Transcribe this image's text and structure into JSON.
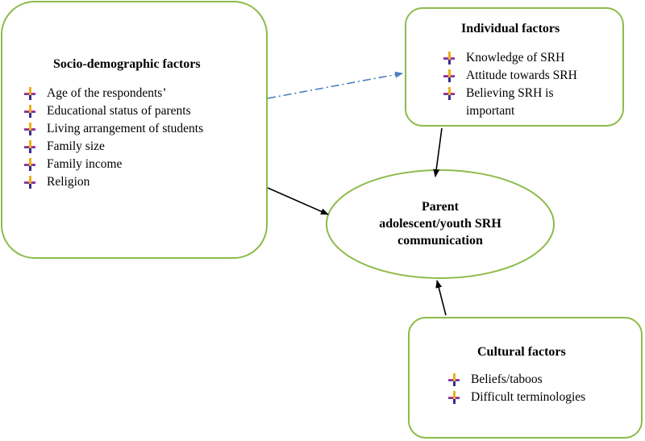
{
  "socio": {
    "title": "Socio-demographic factors",
    "items": [
      "Age of the respondents’",
      "Educational status of parents",
      "Living arrangement of students",
      "Family size",
      "Family income",
      "Religion"
    ]
  },
  "individual": {
    "title": "Individual factors",
    "items": [
      "Knowledge of SRH",
      "Attitude towards SRH",
      "Believing SRH is important"
    ]
  },
  "center": {
    "line1": "Parent",
    "line2": "adolescent/youth SRH",
    "line3": "communication"
  },
  "cultural": {
    "title": "Cultural factors",
    "items": [
      "Beliefs/taboos",
      "Difficult terminologies"
    ]
  },
  "colors": {
    "box_border": "#8dbb4a",
    "dashed_arrow": "#4a7ebb",
    "solid_arrow": "#000000"
  }
}
